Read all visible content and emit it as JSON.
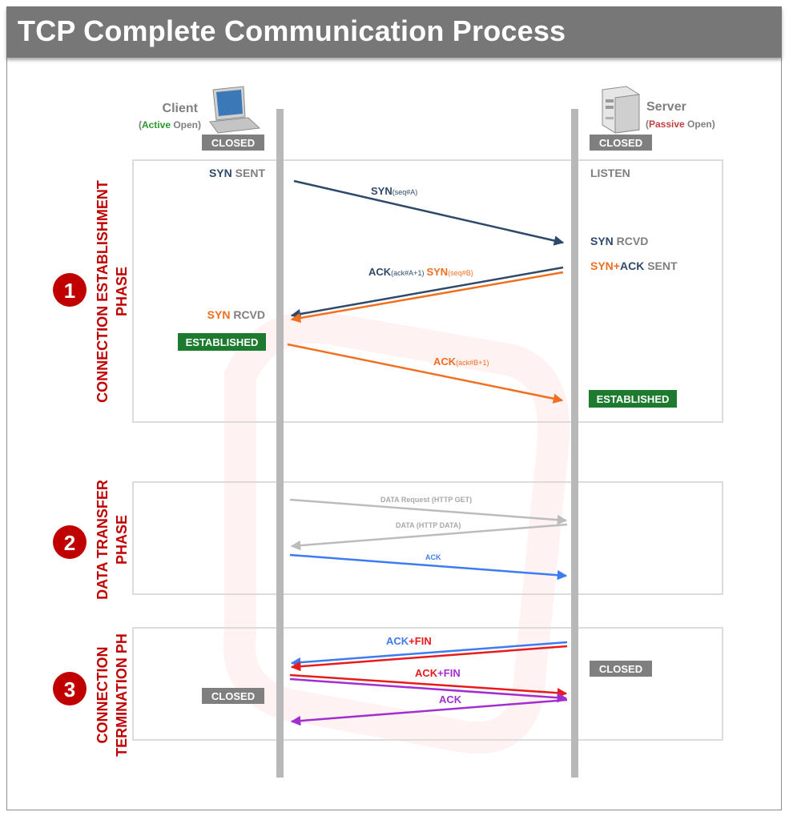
{
  "title": "TCP Complete Communication Process",
  "colors": {
    "navy": "#2e4a6b",
    "orange": "#f07020",
    "gray_text": "#7f7f7f",
    "light_gray": "#bcbcbc",
    "blue": "#3d7bf0",
    "red": "#e81b1b",
    "purple": "#a22ed0",
    "green_badge": "#1e7a2e",
    "gray_badge": "#7f7f7f",
    "phase_red": "#c00000",
    "active_green": "#2a9a2a",
    "passive_red": "#c04040"
  },
  "client": {
    "name": "Client",
    "open_prefix": "(",
    "open_kind": "Active",
    "open_suffix": " Open)",
    "icon": "laptop-icon"
  },
  "server": {
    "name": "Server",
    "open_prefix": "(",
    "open_kind": "Passive",
    "open_suffix": " Open)",
    "icon": "server-tower-icon"
  },
  "phases": [
    {
      "number": "1",
      "line1": "CONNECTION ESTABLISHMENT",
      "line2": "PHASE"
    },
    {
      "number": "2",
      "line1": "DATA TRANSFER",
      "line2": "PHASE"
    },
    {
      "number": "3",
      "line1": "CONNECTION",
      "line2": "TERMINATION PH"
    }
  ],
  "states": {
    "closed": "CLOSED",
    "established": "ESTABLISHED",
    "syn": "SYN",
    "sent": " SENT",
    "listen": "LISTEN",
    "rcvd": " RCVD",
    "plus": "+",
    "ack": "ACK"
  },
  "messages": {
    "syn": "SYN",
    "syn_seq_a": "(seq#A)",
    "ack": "ACK",
    "ack_a1": "(ack#A+1)",
    "syn_seq_b": "(seq#B)",
    "ack_b1": "(ack#B+1)",
    "data_request": "DATA Request (HTTP GET)",
    "data_response": "DATA (HTTP DATA)",
    "data_ack": "ACK",
    "fin": "FIN",
    "plus": "+"
  }
}
